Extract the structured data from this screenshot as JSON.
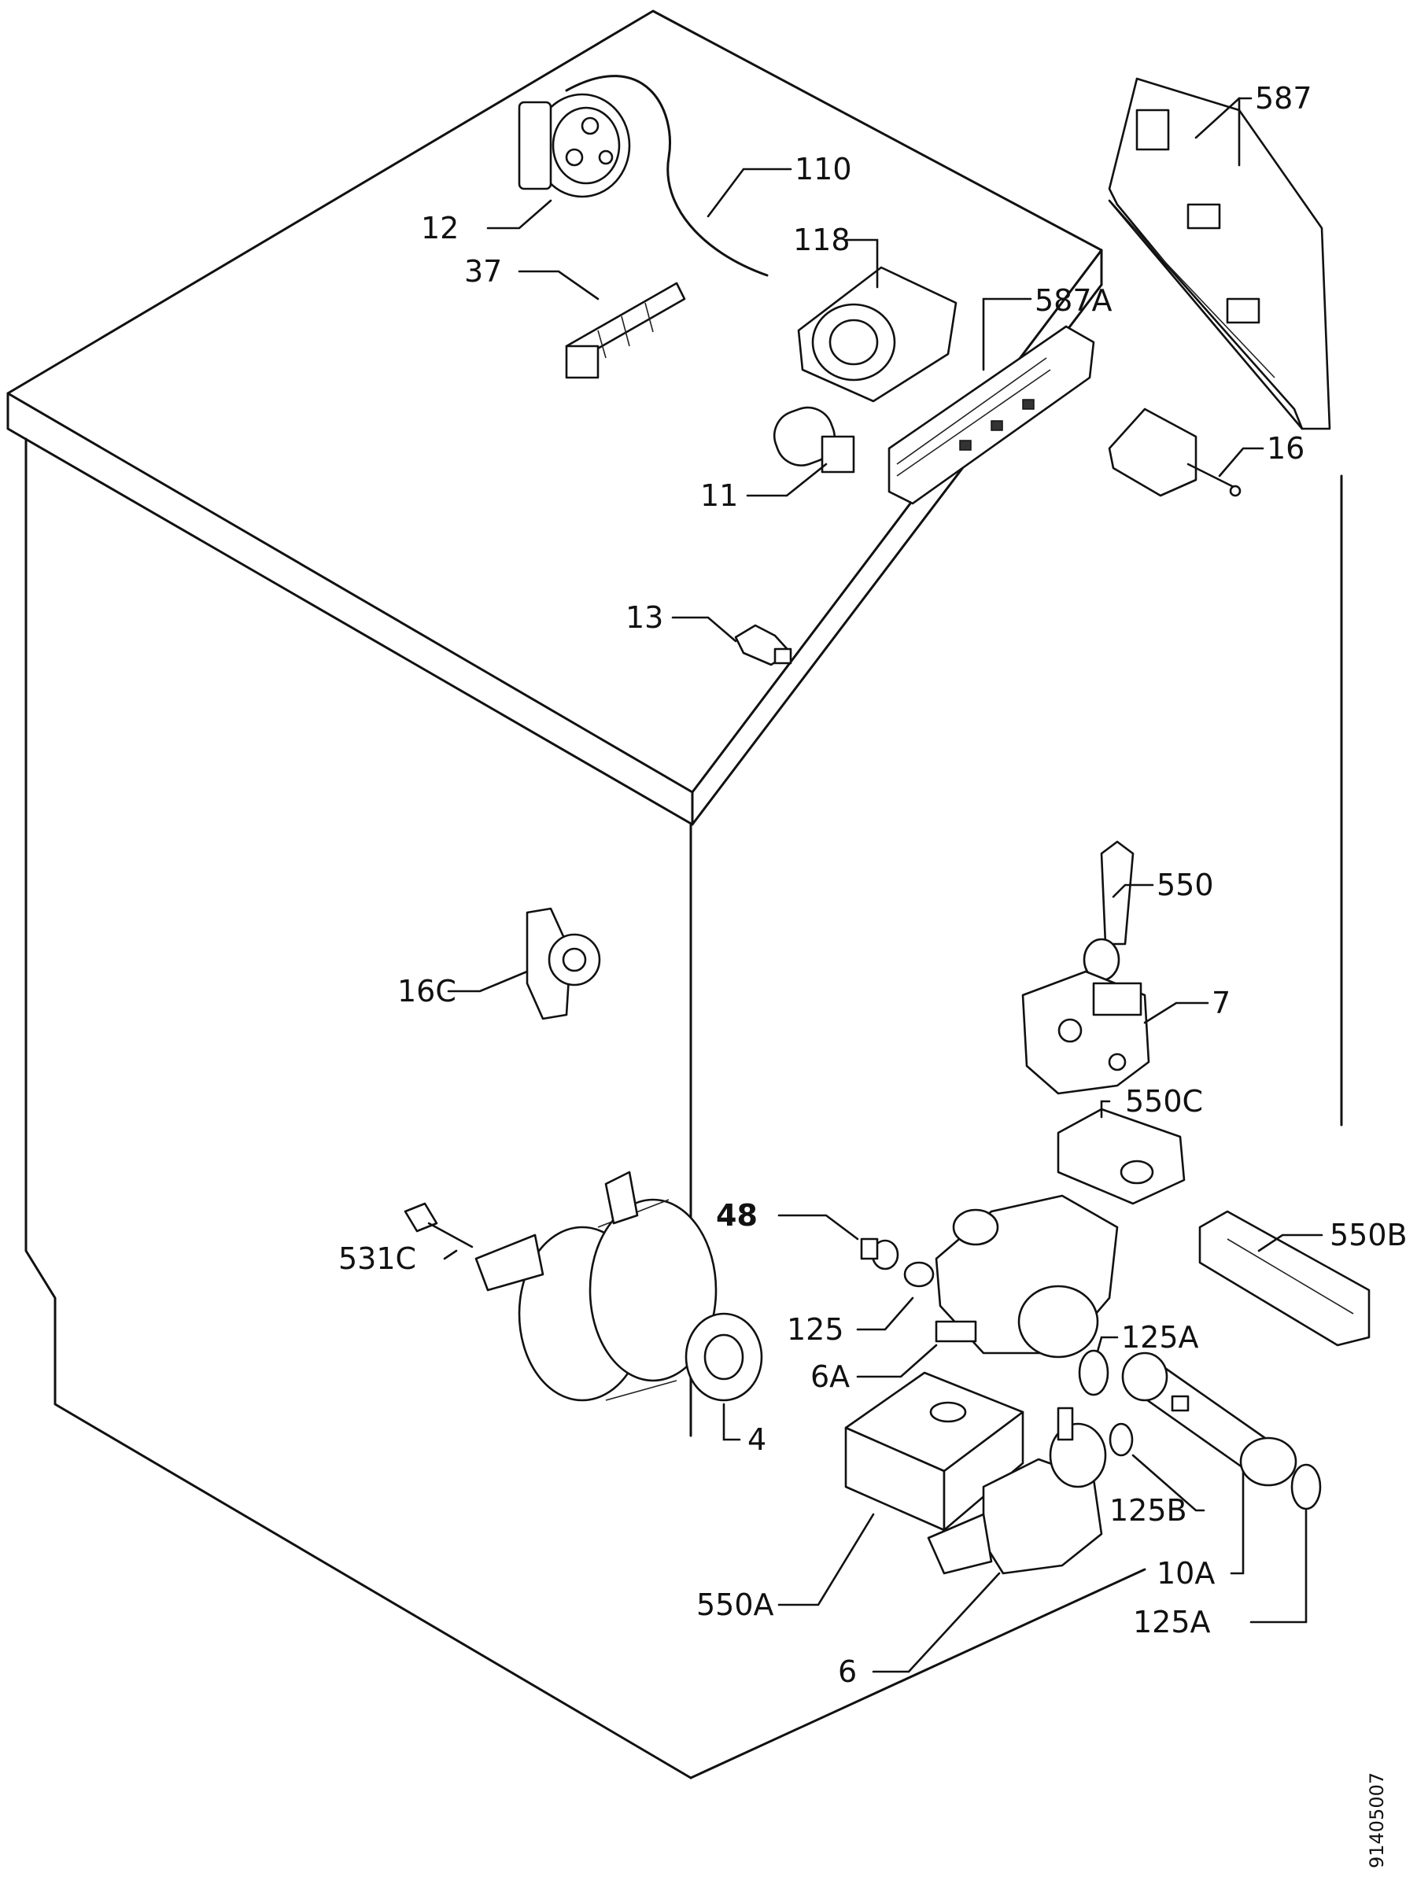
{
  "labels": {
    "l587": "587",
    "l110": "110",
    "l12": "12",
    "l118": "118",
    "l587A": "587A",
    "l37": "37",
    "l11": "11",
    "l16": "16",
    "l13": "13",
    "l550": "550",
    "l7": "7",
    "l16C": "16C",
    "l550C": "550C",
    "l48": "48",
    "l550B": "550B",
    "l531C": "531C",
    "l125": "125",
    "l125A_top": "125A",
    "l6A": "6A",
    "l4": "4",
    "l125B": "125B",
    "l10A": "10A",
    "l550A": "550A",
    "l125A_bottom": "125A",
    "l6": "6"
  },
  "drawing_code": "91405007"
}
